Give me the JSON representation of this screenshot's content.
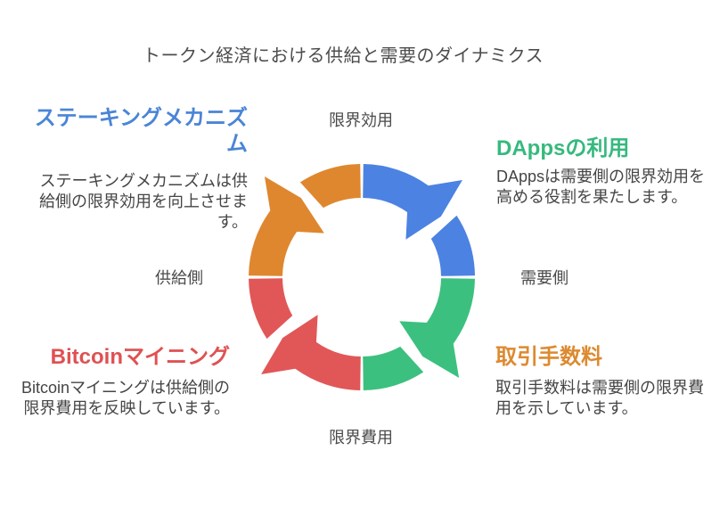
{
  "title": "トークン経済における供給と需要のダイナミクス",
  "cycle": {
    "labels": {
      "top": "限界効用",
      "bottom": "限界費用",
      "left": "供給側",
      "right": "需要側"
    },
    "segments": [
      {
        "position": "top-right",
        "color": "#4c82e2"
      },
      {
        "position": "bottom-right",
        "color": "#3cc07f"
      },
      {
        "position": "bottom-left",
        "color": "#e15757"
      },
      {
        "position": "top-left",
        "color": "#df872f"
      }
    ]
  },
  "callouts": {
    "staking": {
      "title": "ステーキングメカニズ\nム",
      "body": "ステーキングメカニズムは供\n給側の限界効用を向上させま\nす。",
      "color": "#4a85d6"
    },
    "dapps": {
      "title": "DAppsの利用",
      "body": "DAppsは需要側の限界効用を\n高める役割を果たします。",
      "color": "#36b97e"
    },
    "bitcoin": {
      "title": "Bitcoinマイニング",
      "body": "Bitcoinマイニングは供給側の\n限界費用を反映しています。",
      "color": "#df5152"
    },
    "fees": {
      "title": "取引手数料",
      "body": "取引手数料は需要側の限界費\n用を示しています。",
      "color": "#dd8a30"
    }
  }
}
